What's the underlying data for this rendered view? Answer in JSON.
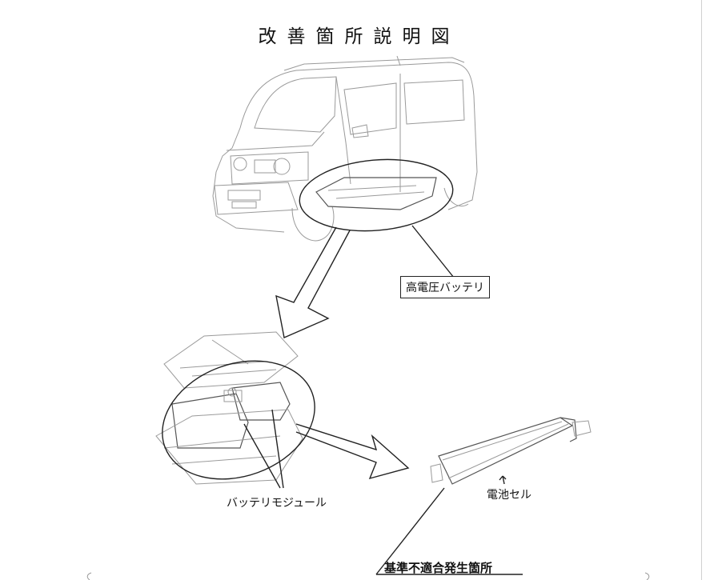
{
  "title": "改善箇所説明図",
  "labels": {
    "battery": "高電圧バッテリ",
    "module": "バッテリモジュール",
    "cell": "電池セル",
    "defect": "基準不適合発生箇所"
  },
  "colors": {
    "ink": "#111111",
    "line_art": "#9a9a9a"
  }
}
